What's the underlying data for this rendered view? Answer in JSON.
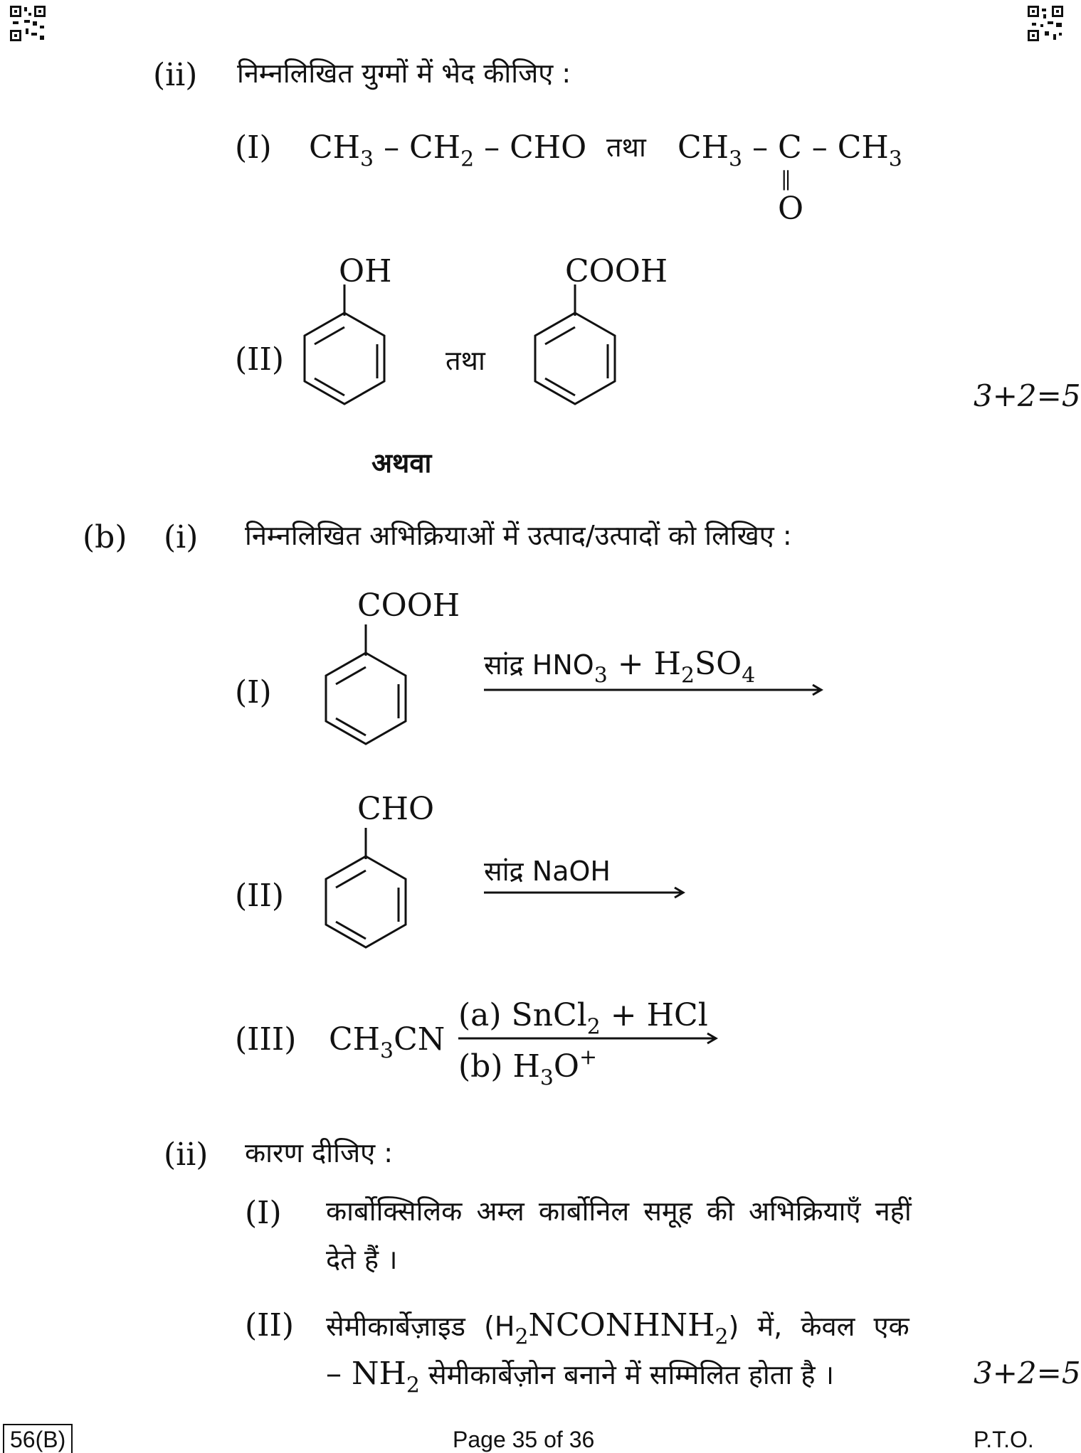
{
  "part_ii": {
    "num": "(ii)",
    "instruction": "निम्नलिखित युग्मों में भेद कीजिए :",
    "item1": {
      "num": "(I)",
      "compound_a": {
        "p1": "CH",
        "s1": "3",
        "p2": " – CH",
        "s2": "2",
        "p3": " – CHO"
      },
      "conj": "तथा",
      "compound_b": {
        "p1": "CH",
        "s1": "3",
        "p2": " – C – CH",
        "s2": "3"
      },
      "double_bond": "||",
      "oxygen": "O"
    },
    "item2": {
      "num": "(II)",
      "sub_a": "OH",
      "conj": "तथा",
      "sub_b": "COOH"
    },
    "marks": "3+2=5"
  },
  "or_text": "अथवा",
  "part_b": {
    "label": "(b)",
    "i": {
      "num": "(i)",
      "instruction": "निम्नलिखित अभिक्रियाओं में उत्पाद/उत्पादों को लिखिए :",
      "r1": {
        "num": "(I)",
        "sub": "COOH",
        "reagent": {
          "p1": "सांद्र HNO",
          "s1": "3",
          "p2": " + H",
          "s2": "2",
          "p3": "SO",
          "s3": "4"
        }
      },
      "r2": {
        "num": "(II)",
        "sub": "CHO",
        "reagent": "सांद्र NaOH"
      },
      "r3": {
        "num": "(III)",
        "reactant": {
          "p1": "CH",
          "s1": "3",
          "p2": "CN"
        },
        "top": {
          "p1": "(a) SnCl",
          "s1": "2",
          "p2": " + HCl"
        },
        "bottom": {
          "p1": "(b) H",
          "s1": "3",
          "p2": "O",
          "sup": "+"
        }
      }
    },
    "ii": {
      "num": "(ii)",
      "instruction": "कारण दीजिए :",
      "I": {
        "num": "(I)",
        "line1": "कार्बोक्सिलिक अम्ल कार्बोनिल समूह की अभिक्रियाएँ नहीं",
        "line2": "देते हैं ।"
      },
      "II": {
        "num": "(II)",
        "line1": {
          "p1": "सेमीकार्बेज़ाइड (H",
          "s1": "2",
          "p2": "NCONHNH",
          "s2": "2",
          "p3": ") में, केवल एक"
        },
        "line2": {
          "p1": "– NH",
          "s1": "2",
          "p2": " सेमीकार्बेज़ोन बनाने में सम्मिलित होता है ।"
        }
      }
    },
    "marks": "3+2=5"
  },
  "footer": {
    "code": "56(B)",
    "page": "Page 35 of 36",
    "pto": "P.T.O."
  }
}
